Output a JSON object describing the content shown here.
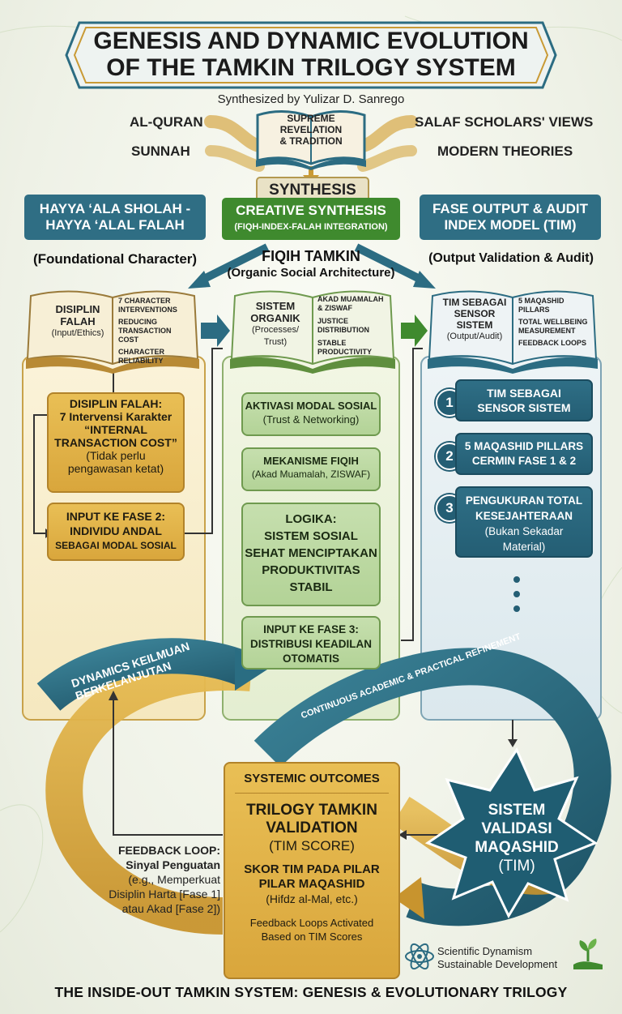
{
  "title": {
    "line1": "GENESIS AND DYNAMIC EVOLUTION",
    "line2": "OF THE TAMKIN TRILOGY SYSTEM",
    "subtitle": "Synthesized by Yulizar D. Sanrego"
  },
  "sources": {
    "left_top": "AL-QURAN",
    "left_bottom": "SUNNAH",
    "right_top": "SALAF SCHOLARS' VIEWS",
    "right_bottom": "MODERN THEORIES",
    "book_line1": "SUPREME",
    "book_line2": "REVELATION",
    "book_line3": "& TRADITION",
    "synthesis": "SYNTHESIS"
  },
  "phase1": {
    "header_line1": "HAYYA ‘ALA SHOLAH -",
    "header_line2": "HAYYA ‘ALAL FALAH",
    "subtitle": "(Foundational Character)",
    "book_title_line1": "DISIPLIN",
    "book_title_line2": "FALAH",
    "book_note": "(Input/Ethics)",
    "book_items": [
      "7 CHARACTER INTERVENTIONS",
      "REDUCING TRANSACTION COST",
      "CHARACTER RELIABILITY"
    ],
    "box1_line1": "DISIPLIN FALAH:",
    "box1_line2": "7 Intervensi Karakter",
    "box1_line3": "“INTERNAL",
    "box1_line4": "TRANSACTION COST”",
    "box1_line5": "(Tidak perlu",
    "box1_line6": "pengawasan ketat)",
    "box2_line1": "INPUT KE FASE 2:",
    "box2_line2": "INDIVIDU ANDAL",
    "box2_line3": "SEBAGAI MODAL SOSIAL"
  },
  "phase2": {
    "header_line1": "CREATIVE SYNTHESIS",
    "header_line2": "(FIQH-INDEX-FALAH INTEGRATION)",
    "name": "FIQIH TAMKIN",
    "subtitle": "(Organic Social Architecture)",
    "book_title_line1": "SISTEM",
    "book_title_line2": "ORGANIK",
    "book_note_line1": "(Processes/",
    "book_note_line2": "Trust)",
    "book_items": [
      "AKAD MUAMALAH & ZISWAF",
      "JUSTICE DISTRIBUTION",
      "STABLE PRODUCTIVITY"
    ],
    "box1_title": "AKTIVASI MODAL SOSIAL",
    "box1_note": "(Trust & Networking)",
    "box2_title": "MEKANISME FIQIH",
    "box2_note": "(Akad Muamalah, ZISWAF)",
    "box3_line1": "LOGIKA:",
    "box3_line2": "SISTEM SOSIAL",
    "box3_line3": "SEHAT MENCIPTAKAN",
    "box3_line4": "PRODUKTIVITAS",
    "box3_line5": "STABIL",
    "box4_line1": "INPUT KE FASE 3:",
    "box4_line2": "DISTRIBUSI KEADILAN",
    "box4_line3": "OTOMATIS"
  },
  "phase3": {
    "header_line1": "FASE OUTPUT & AUDIT",
    "header_line2": "INDEX MODEL (TIM)",
    "subtitle": "(Output Validation & Audit)",
    "book_title_line1": "TIM SEBAGAI",
    "book_title_line2": "SENSOR",
    "book_title_line3": "SISTEM",
    "book_note": "(Output/Audit)",
    "book_items": [
      "5 MAQASHID PILLARS",
      "TOTAL WELLBEING MEASUREMENT",
      "FEEDBACK LOOPS"
    ],
    "step1_num": "1",
    "step1_line1": "TIM SEBAGAI",
    "step1_line2": "SENSOR SISTEM",
    "step2_num": "2",
    "step2_line1": "5 MAQASHID PILLARS",
    "step2_line2": "CERMIN FASE 1 & 2",
    "step3_num": "3",
    "step3_line1": "PENGUKURAN TOTAL",
    "step3_line2": "KESEJAHTERAAN",
    "step3_line3": "(Bukan Sekadar",
    "step3_line4": "Material)"
  },
  "loop": {
    "arrow_left": "DYNAMICS KEILMUAN BERKELANJUTAN",
    "arrow_right": "CONTINUOUS ACADEMIC & PRACTICAL REFINEMENT",
    "feedback_line1": "FEEDBACK LOOP:",
    "feedback_line2": "Sinyal Penguatan",
    "feedback_line3": "(e.g., Memperkuat",
    "feedback_line4": "Disiplin Harta [Fase 1]",
    "feedback_line5": "atau Akad [Fase 2])",
    "star_line1": "SISTEM",
    "star_line2": "VALIDASI",
    "star_line3": "MAQASHID",
    "star_line4": "(TIM)"
  },
  "outcomes": {
    "header": "SYSTEMIC OUTCOMES",
    "line1": "TRILOGY TAMKIN",
    "line2": "VALIDATION",
    "line3": "(TIM SCORE)",
    "line4": "SKOR TIM PADA PILAR",
    "line5": "PILAR MAQASHID",
    "line6": "(Hifdz al-Mal, etc.)",
    "line7": "Feedback Loops Activated",
    "line8": "Based on TIM Scores"
  },
  "badge": {
    "line1": "Scientific Dynamism",
    "line2": "Sustainable Development"
  },
  "footer": "THE INSIDE-OUT TAMKIN SYSTEM: GENESIS & EVOLUTIONARY TRILOGY",
  "colors": {
    "gold": "#dcab45",
    "green": "#3f8a2e",
    "teal": "#245e74",
    "parchment": "#f6efd8"
  },
  "icons": [
    "open-book-icon",
    "atom-icon",
    "sprout-hand-icon",
    "shield-icon",
    "scales-icon",
    "chart-icon",
    "handshake-icon",
    "heart-icon",
    "cycle-icon"
  ]
}
